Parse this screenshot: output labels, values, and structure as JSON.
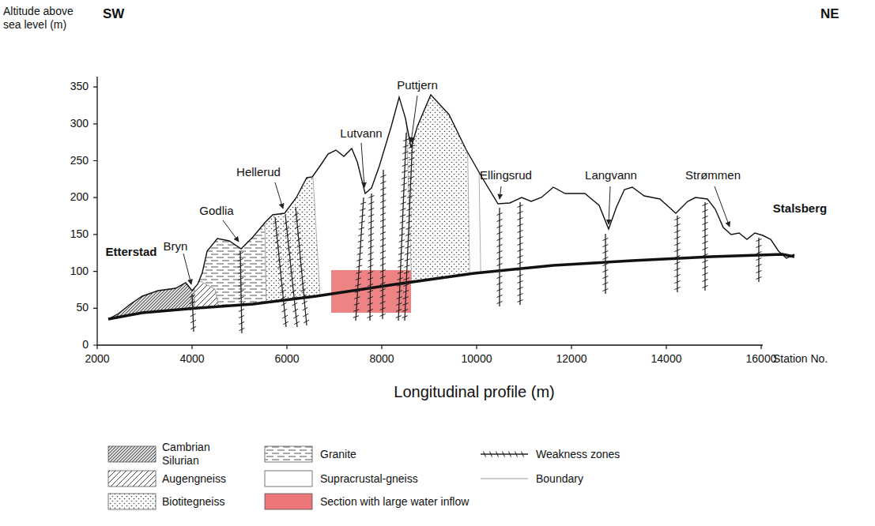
{
  "diagram": {
    "labels": [
      "Altitude above sea level (m)",
      "SW",
      "NE",
      "350",
      "300",
      "250",
      "200",
      "150",
      "100",
      "50",
      "0",
      "2000",
      "4000",
      "6000",
      "8000",
      "10000",
      "12000",
      "14000",
      "16000",
      "Station No.",
      "Longitudinal profile (m)",
      "Etterstad",
      "Bryn",
      "Godlia",
      "Hellerud",
      "Lutvann",
      "Puttjern",
      "Ellingsrud",
      "Langvann",
      "Strømmen",
      "Stalsberg"
    ],
    "legend": [
      {
        "text": "Cambrian Silurian"
      },
      {
        "text": "Augengneiss"
      },
      {
        "text": "Biotitegneiss"
      },
      {
        "text": "Granite"
      },
      {
        "text": "Supracrustal-gneiss",
        "color": "#ffffff"
      },
      {
        "text": "Section with large water inflow",
        "color": "#ec7577"
      },
      {
        "text": "Weakness zones"
      },
      {
        "text": "Boundary"
      }
    ]
  }
}
